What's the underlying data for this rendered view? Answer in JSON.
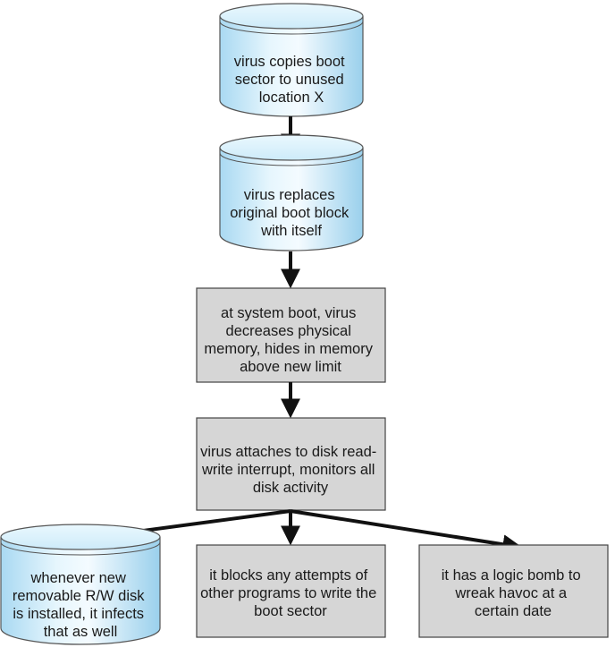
{
  "colors": {
    "disk_top": "#dcf1fb",
    "disk_body_light": "#f2fbff",
    "disk_body_dark": "#9fd3ee",
    "box_fill": "#d6d6d6",
    "stroke": "#444444",
    "arrow": "#111111"
  },
  "nodes": {
    "disk1": {
      "lines": [
        "virus copies boot",
        "sector to unused",
        "location X"
      ]
    },
    "disk2": {
      "lines": [
        "virus replaces",
        "original boot block",
        "with itself"
      ]
    },
    "box3": {
      "lines": [
        "at system boot, virus",
        "decreases physical",
        "memory, hides in memory",
        "above new limit"
      ]
    },
    "box4": {
      "lines": [
        "virus attaches to disk read-",
        "write interrupt, monitors all",
        "disk activity"
      ]
    },
    "disk5": {
      "lines": [
        "whenever new",
        "removable R/W disk",
        "is installed, it infects",
        "that as well"
      ]
    },
    "box6": {
      "lines": [
        "it blocks any attempts of",
        "other programs to write the",
        "boot sector"
      ]
    },
    "box7": {
      "lines": [
        "it has a logic bomb to",
        "wreak havoc at a",
        "certain date"
      ]
    }
  }
}
